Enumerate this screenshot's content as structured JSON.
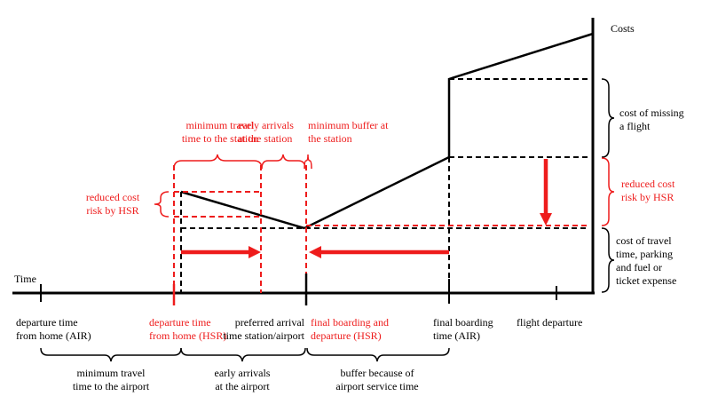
{
  "colors": {
    "black": "#000000",
    "red": "#ee1c1c",
    "background": "#ffffff"
  },
  "axis": {
    "x_label": "Time",
    "y_label": "Costs"
  },
  "ticks": {
    "departure_air": [
      "departure time",
      "from home (AIR)"
    ],
    "departure_hsr": [
      "departure time",
      "from home (HSR)"
    ],
    "preferred_arrival": [
      "preferred arrival",
      "time station/airport"
    ],
    "final_boarding_hsr": [
      "final boarding and",
      "departure (HSR)"
    ],
    "final_boarding_air": [
      "final boarding",
      "time (AIR)"
    ],
    "flight_departure": [
      "flight departure"
    ]
  },
  "bottom_spans": {
    "min_travel_airport": [
      "minimum travel",
      "time to the airport"
    ],
    "early_arrivals_airport": [
      "early arrivals",
      "at the airport"
    ],
    "buffer_service": [
      "buffer because of",
      "airport service time"
    ]
  },
  "top_spans": {
    "min_travel_station": [
      "minimum travel",
      "time to the station"
    ],
    "early_arrivals_station": [
      "early arrivals",
      "at the station"
    ],
    "min_buffer_station": [
      "minimum buffer at",
      "the station"
    ]
  },
  "left_label": [
    "reduced cost",
    "risk by HSR"
  ],
  "right_labels": {
    "cost_missing": [
      "cost of missing",
      "a flight"
    ],
    "reduced_cost": [
      "reduced cost",
      "risk by HSR"
    ],
    "cost_travel": [
      "cost of travel",
      "time, parking",
      "and fuel or",
      "ticket expense"
    ]
  }
}
